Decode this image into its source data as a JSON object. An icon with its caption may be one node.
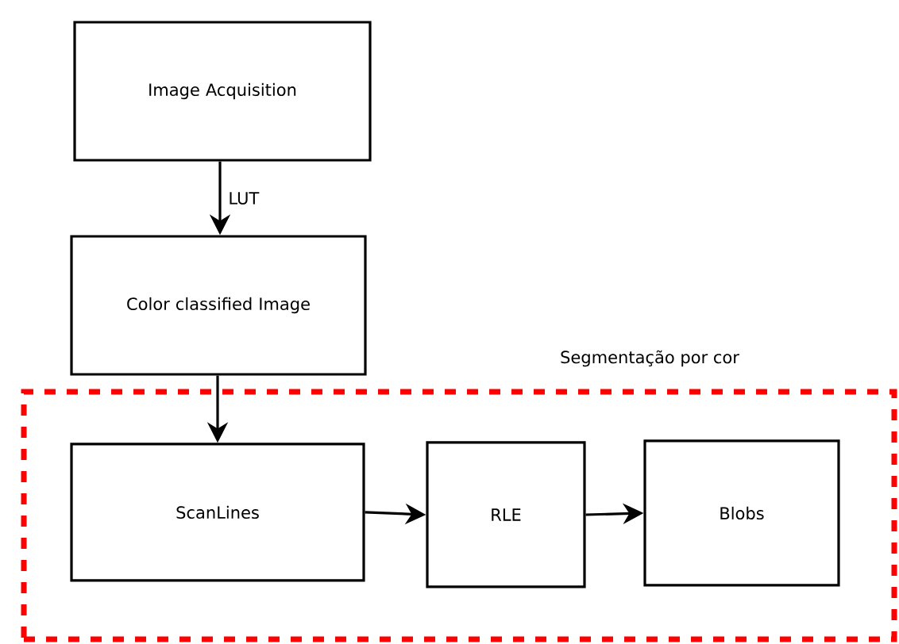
{
  "diagram": {
    "nodes": [
      {
        "text": [
          "Image Acquisition"
        ]
      },
      {
        "text": [
          "Color classified Image"
        ]
      },
      {
        "text": [
          "Segmentação por cor"
        ]
      },
      {
        "text": [
          "ScanLines"
        ],
        "in": 2
      },
      {
        "text": [
          "RLE"
        ],
        "in": 2
      },
      {
        "text": [
          "Blobs"
        ],
        "in": 2
      }
    ],
    "edges": [
      {
        "from": 0,
        "to": 1,
        "arrow": "to",
        "label": "LUT"
      },
      {
        "from": 1,
        "to": 3,
        "arrow": "to"
      },
      {
        "from": 3,
        "to": 4,
        "arrow": "to"
      },
      {
        "from": 4,
        "to": 5,
        "arrow": "to"
      }
    ]
  }
}
